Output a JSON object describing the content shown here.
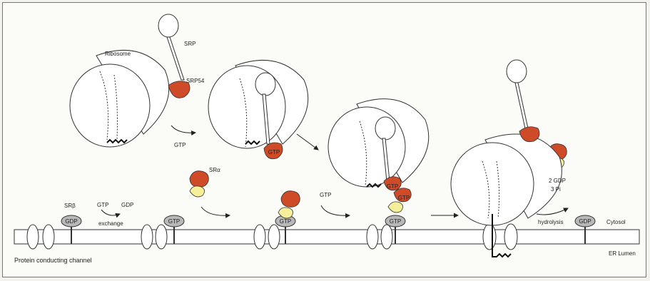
{
  "labels": {
    "ribosome": "Ribosome",
    "srp": "SRP",
    "srp54": "SRP54",
    "gtp": "GTP",
    "gdp": "GDP",
    "sr_alpha": "SRα",
    "sr_beta": "SRβ",
    "exchange": "exchange",
    "hydrolysis": "hydrolysis",
    "two_gdp": "2 GDP",
    "three_pi": "3 Pi",
    "cytosol": "Cytosol",
    "er_lumen": "ER Lumen",
    "channel": "Protein conducting channel"
  },
  "colors": {
    "srp54_red": "#cf4a26",
    "sr_alpha_yellow": "#f6ef9a",
    "sr_beta_grey": "#b8b8b8",
    "membrane": "#ffffff",
    "outline": "#333333"
  }
}
